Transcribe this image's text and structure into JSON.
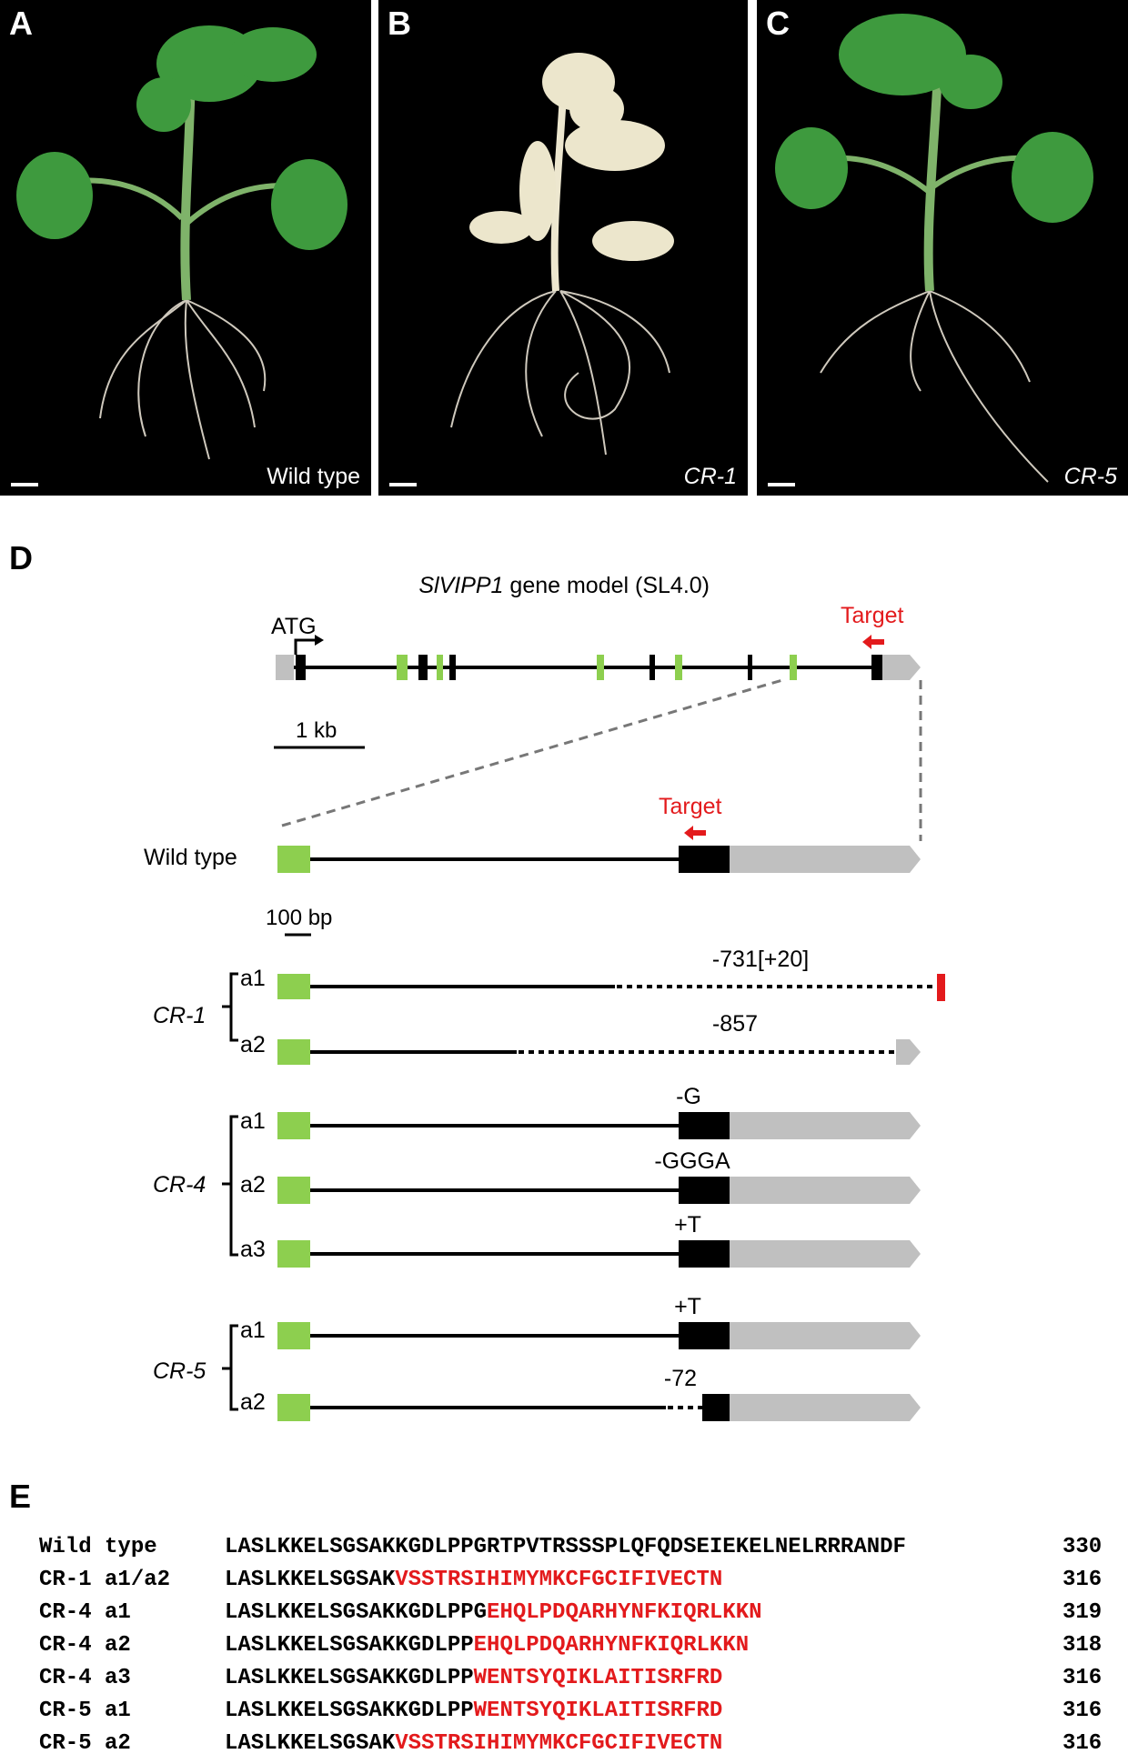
{
  "panels": [
    {
      "letter": "A",
      "label": "Wild type"
    },
    {
      "letter": "B",
      "label": "CR-1"
    },
    {
      "letter": "C",
      "label": "CR-5"
    }
  ],
  "panelD": {
    "letter": "D",
    "gene_title_italic": "SlVIPP1",
    "gene_title_rest": " gene model (SL4.0)",
    "atg_label": "ATG",
    "target_label": "Target",
    "scale_1kb": "1 kb",
    "scale_100bp": "100 bp",
    "wild_type_label": "Wild type",
    "groups": [
      {
        "name": "CR-1",
        "alleles": [
          {
            "allele": "a1",
            "mutation": "-731[+20]"
          },
          {
            "allele": "a2",
            "mutation": "-857"
          }
        ]
      },
      {
        "name": "CR-4",
        "alleles": [
          {
            "allele": "a1",
            "mutation": "-G"
          },
          {
            "allele": "a2",
            "mutation": "-GGGA"
          },
          {
            "allele": "a3",
            "mutation": "+T"
          }
        ]
      },
      {
        "name": "CR-5",
        "alleles": [
          {
            "allele": "a1",
            "mutation": "+T"
          },
          {
            "allele": "a2",
            "mutation": "-72"
          }
        ]
      }
    ],
    "colors": {
      "exon": "#8dcf4f",
      "coding": "#000000",
      "utr": "#c0c0c0",
      "target": "#e31a1c",
      "dash": "#777777"
    }
  },
  "panelE": {
    "letter": "E",
    "rows": [
      {
        "name": "Wild type",
        "black": "LASLKKELSGSAKKGDLPPGRTPVTRSSSPLQFQDSEIEKELNELRRRANDF",
        "red": "",
        "length": "330"
      },
      {
        "name": "CR-1 a1/a2",
        "black": "LASLKKELSGSAK",
        "red": "VSSTRSIHIMYMKCFGCIFIVECTN",
        "length": "316"
      },
      {
        "name": "CR-4 a1",
        "black": "LASLKKELSGSAKKGDLPPG",
        "red": "EHQLPDQARHYNFKIQRLKKN",
        "length": "319"
      },
      {
        "name": "CR-4 a2",
        "black": "LASLKKELSGSAKKGDLPP",
        "red": "EHQLPDQARHYNFKIQRLKKN",
        "length": "318"
      },
      {
        "name": "CR-4 a3",
        "black": "LASLKKELSGSAKKGDLPP",
        "red": "WENTSYQIKLAITISRFRD",
        "length": "316"
      },
      {
        "name": "CR-5 a1",
        "black": "LASLKKELSGSAKKGDLPP",
        "red": "WENTSYQIKLAITISRFRD",
        "length": "316"
      },
      {
        "name": "CR-5 a2",
        "black": "LASLKKELSGSAK",
        "red": "VSSTRSIHIMYMKCFGCIFIVECTN",
        "length": "316"
      }
    ]
  }
}
